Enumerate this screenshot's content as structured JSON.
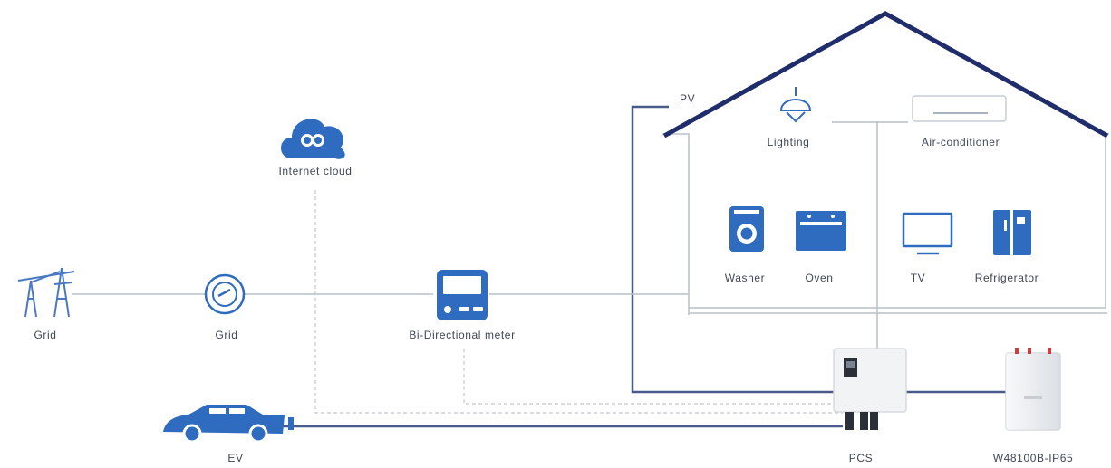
{
  "labels": {
    "pv": "PV",
    "lighting": "Lighting",
    "air_conditioner": "Air-conditioner",
    "internet_cloud": "Internet cloud",
    "washer": "Washer",
    "oven": "Oven",
    "tv": "TV",
    "refrigerator": "Refrigerator",
    "grid_tower": "Grid",
    "grid_meter": "Grid",
    "bidirectional_meter": "Bi-Directional meter",
    "ev": "EV",
    "pcs": "PCS",
    "battery": "W48100B-IP65"
  },
  "colors": {
    "blue": "#2f6bbf",
    "navy": "#1f2d6b",
    "line": "#b9bfc9",
    "text": "#3f4656"
  },
  "icons": [
    "grid-tower-icon",
    "grid-meter-icon",
    "bidirectional-meter-icon",
    "cloud-icon",
    "ev-car-icon",
    "lighting-icon",
    "air-conditioner-icon",
    "washer-icon",
    "oven-icon",
    "tv-icon",
    "refrigerator-icon",
    "pcs-inverter-icon",
    "battery-icon"
  ]
}
